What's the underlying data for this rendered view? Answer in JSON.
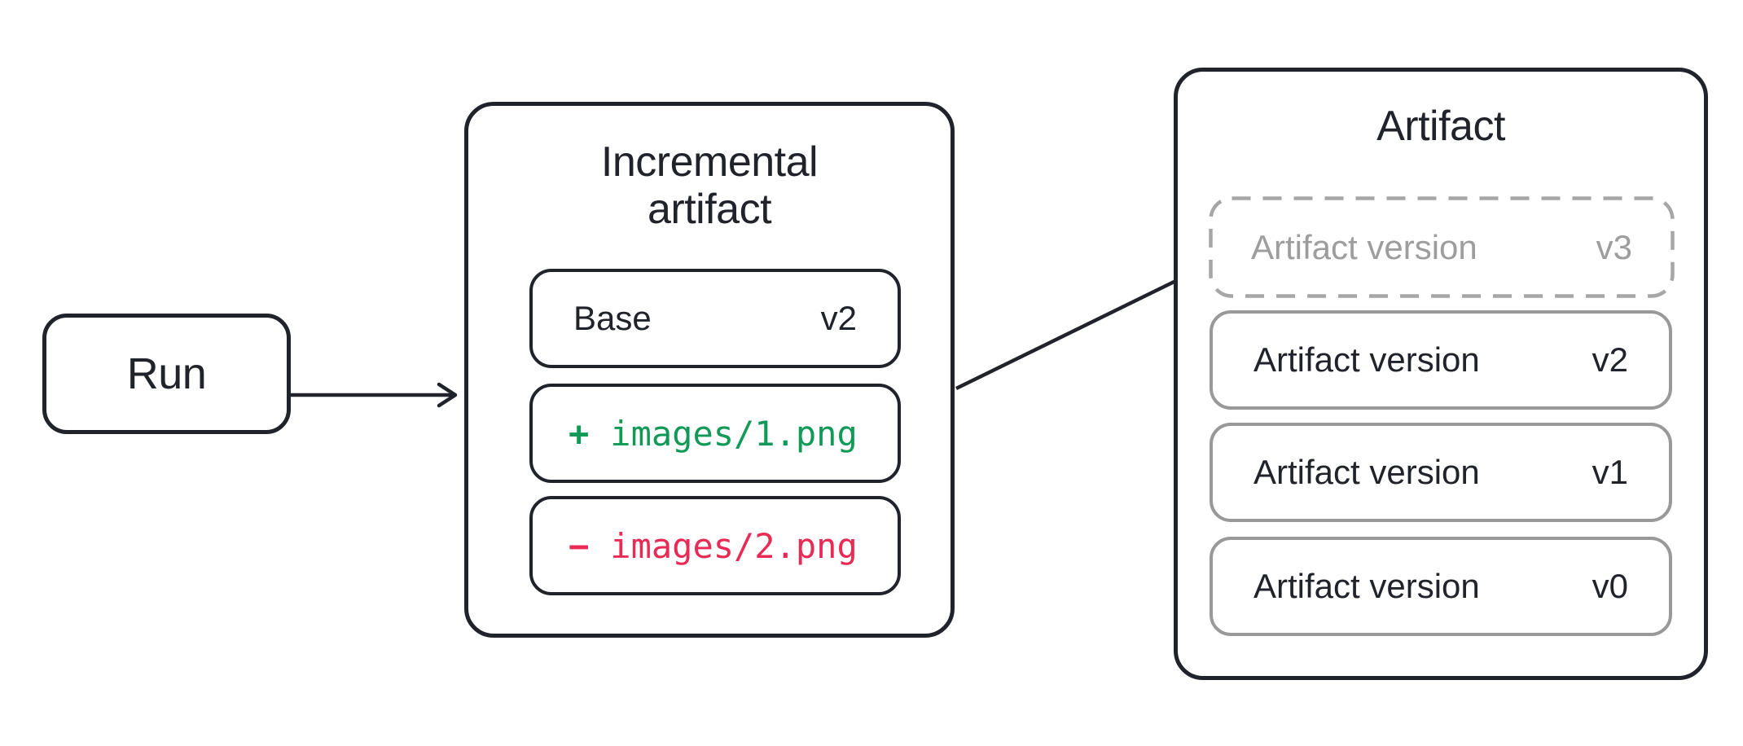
{
  "diagram": {
    "run_node": {
      "label": "Run"
    },
    "incremental_node": {
      "title_line1": "Incremental",
      "title_line2": "artifact",
      "base_entry": {
        "name": "Base",
        "version": "v2"
      },
      "added_entry": {
        "op": "+",
        "path": "images/1.png"
      },
      "removed_entry": {
        "op": "−",
        "path": "images/2.png"
      }
    },
    "artifact_node": {
      "title": "Artifact",
      "pending_version": {
        "name": "Artifact version",
        "version": "v3"
      },
      "versions": [
        {
          "name": "Artifact version",
          "version": "v2"
        },
        {
          "name": "Artifact version",
          "version": "v1"
        },
        {
          "name": "Artifact version",
          "version": "v0"
        }
      ]
    },
    "colors": {
      "ink": "#202329",
      "added_green": "#119a57",
      "removed_red": "#e92a55",
      "muted_border": "#999999",
      "muted_text": "#9d9d9d"
    }
  }
}
